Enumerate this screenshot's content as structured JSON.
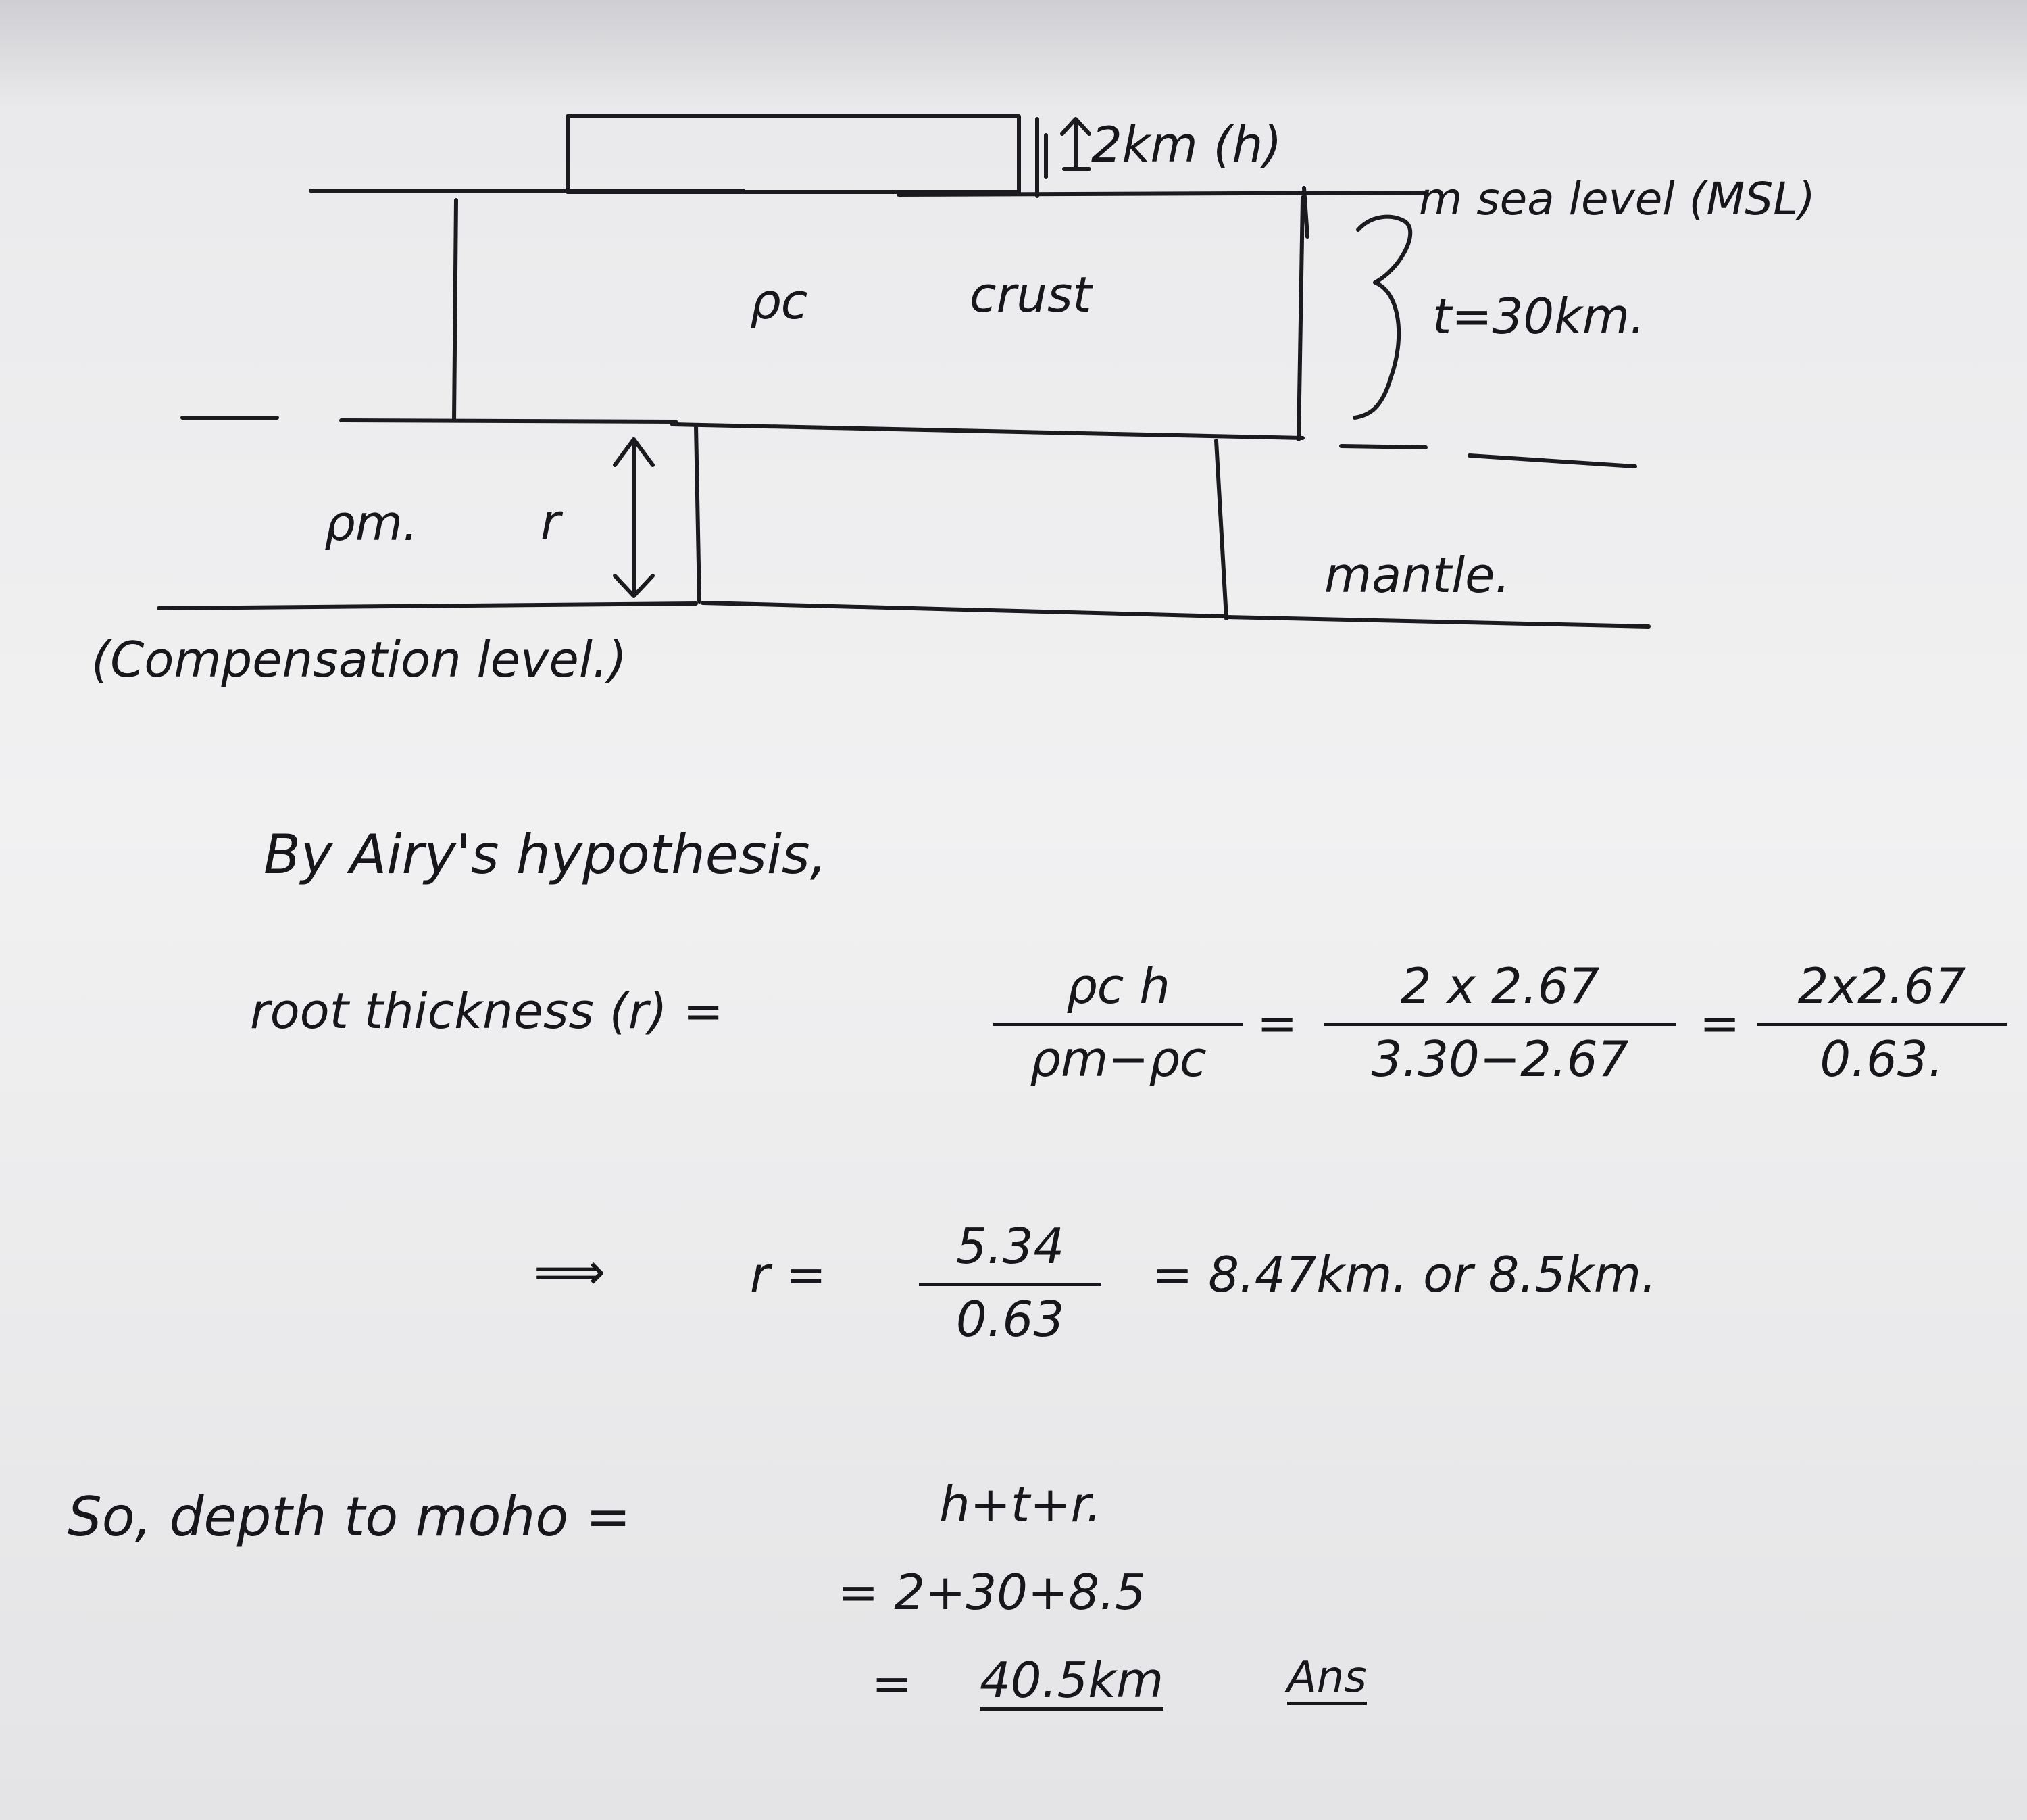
{
  "diagram": {
    "top_label": "2km (h)",
    "msl_label": "m sea level (MSL)",
    "crust_density": "ρc",
    "crust_label": "crust",
    "thickness_label": "t=30km.",
    "mantle_density": "ρm.",
    "root_symbol": "r",
    "mantle_label": "mantle.",
    "compensation_label": "(Compensation level.)"
  },
  "work": {
    "heading": "By Airy's hypothesis,",
    "root_label": "root thickness (r) =",
    "formula_num": "ρc h",
    "formula_den": "ρm−ρc",
    "eq1": "=",
    "sub_num": "2 x 2.67",
    "sub_den": "3.30−2.67",
    "eq2": "=",
    "simp_num": "2x2.67",
    "simp_den": "0.63.",
    "implies": "⟹",
    "r_eq": "r =",
    "calc_num": "5.34",
    "calc_den": "0.63",
    "result": "= 8.47km. or 8.5km.",
    "depth_label": "So, depth to moho =",
    "depth_formula": "h+t+r.",
    "depth_sub": "= 2+30+8.5",
    "depth_eq": "=",
    "depth_answer": "40.5km",
    "answer_tag": "Ans"
  }
}
